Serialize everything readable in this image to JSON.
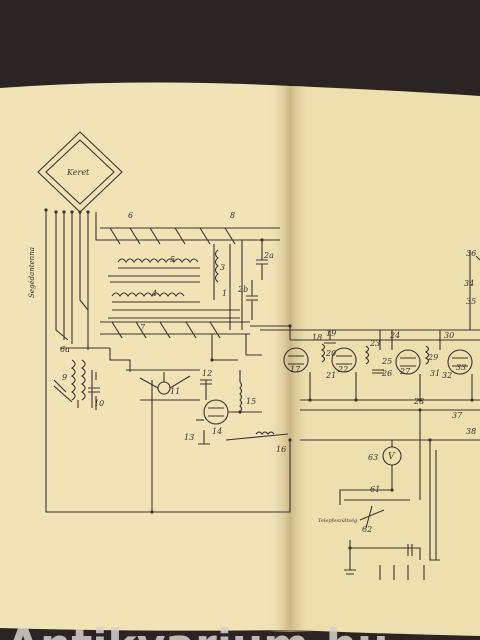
{
  "labels": {
    "antenna_frame": "Keret",
    "side_label": "Segédantenna",
    "selector_note": "Telepfeszültség",
    "meter": "V"
  },
  "component_numbers": [
    "6",
    "8",
    "5",
    "4",
    "3",
    "2a",
    "2b",
    "1",
    "6a",
    "9",
    "10",
    "7",
    "11",
    "12",
    "13",
    "14",
    "15",
    "16",
    "17",
    "18",
    "19",
    "20",
    "21",
    "22",
    "23",
    "24",
    "25",
    "26",
    "27",
    "28",
    "29",
    "30",
    "31",
    "32",
    "33",
    "34",
    "35",
    "36",
    "37",
    "38",
    "61",
    "62",
    "63"
  ],
  "watermark": "Antikvarium.hu",
  "colors": {
    "paper": "#f1e3b6",
    "paper_shadow": "#c9b683",
    "ink": "#3a3432",
    "background": "#2a2522",
    "watermark": "#d6d2cc"
  }
}
